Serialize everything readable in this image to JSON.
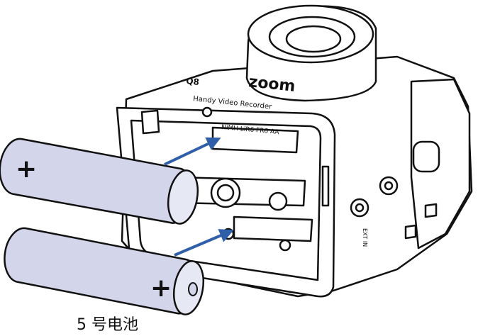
{
  "brand_text": "zoom",
  "product_text": "Handy Video Recorder",
  "model_badge": "Q8",
  "compartment_label": "NiMH LiR6 FR6 AA",
  "ext_in_label": "EXT IN",
  "plus_mark": "+",
  "caption": "5 号电池",
  "colors": {
    "battery_fill": "#d3d6ea",
    "arrow": "#2f5fa8",
    "line": "#111111"
  }
}
